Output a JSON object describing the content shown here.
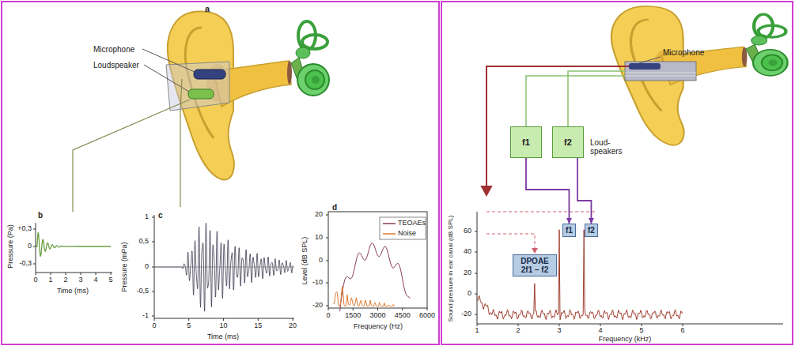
{
  "diagram": {
    "nodes": [
      {
        "text": [
          "f1"
        ]
      },
      {
        "text": [
          "f2"
        ]
      },
      {
        "text": [
          "f1"
        ]
      },
      {
        "text": [
          "f2"
        ]
      },
      {
        "text": [
          "DPOAE 2f1 – f2"
        ]
      }
    ],
    "edges": [
      {
        "from": 0,
        "to": 2,
        "arrow": "to"
      },
      {
        "from": 1,
        "to": 3,
        "arrow": "to"
      }
    ],
    "labels": [
      "a",
      "Microphone",
      "Loudspeaker",
      "b",
      "+0,3",
      "0",
      "-0,3",
      "Pressure (Pa)",
      "0",
      "1",
      "2",
      "3",
      "4",
      "5",
      "Time (ms)",
      "c",
      "1",
      "0,5",
      "0",
      "-0,5",
      "-1",
      "Pressure (mPa)",
      "0",
      "5",
      "10",
      "15",
      "20",
      "Time (ms)",
      "d",
      "20",
      "10",
      "0",
      "-10",
      "-20",
      "Level (dB SPL)",
      "0",
      "1500",
      "3000",
      "4500",
      "6000",
      "Frequency (Hz)",
      "Microphone",
      "Loud-speakers",
      "60",
      "40",
      "20",
      "0",
      "-20",
      "Sound pressure in ear canal (dB SPL)",
      "1",
      "2",
      "3",
      "4",
      "5",
      "6",
      "Frequency (kHz)"
    ],
    "legend": [
      {
        "text": "TEOAEs"
      },
      {
        "text": "Noise"
      }
    ]
  }
}
